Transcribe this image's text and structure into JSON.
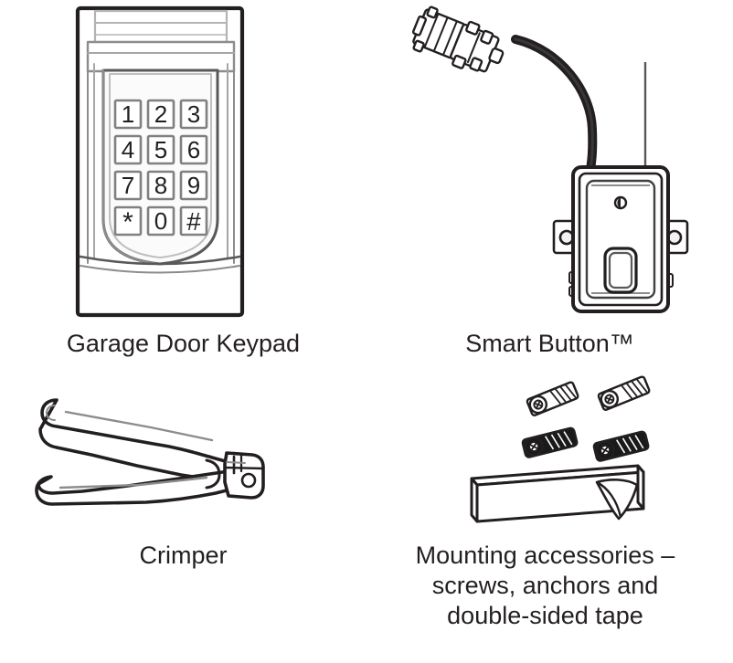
{
  "document": {
    "type": "parts-illustration-sheet",
    "description": "Line drawing parts list with four labeled items"
  },
  "items": [
    {
      "id": "garage-door-keypad",
      "caption": "Garage Door Keypad",
      "icon": "keypad-icon",
      "keypad": {
        "keys": [
          "1",
          "2",
          "3",
          "4",
          "5",
          "6",
          "7",
          "8",
          "9",
          "*",
          "0",
          "#"
        ],
        "rows": 4,
        "columns": 3
      }
    },
    {
      "id": "smart-button",
      "caption": "Smart Button™",
      "icon": "smart-button-icon",
      "parts": {
        "connector_label": "connector-clips",
        "cable_label": "cable",
        "indicator_label": "led-indicator",
        "button_label": "push-button",
        "tabs_label": "mounting-tabs"
      }
    },
    {
      "id": "crimper",
      "caption": "Crimper",
      "icon": "crimper-icon"
    },
    {
      "id": "mounting-accessories",
      "caption": "Mounting accessories –\nscrews, anchors and\ndouble-sided tape",
      "icon": "mounting-accessories-icon",
      "contents": {
        "screws_count": 2,
        "anchors_count": 2,
        "tape_label": "double-sided tape"
      }
    }
  ],
  "colors": {
    "background": "#ffffff",
    "line": "#231f20",
    "text": "#231f20",
    "shade_light": "#f2f2f2",
    "shade_mid": "#d9d9d9",
    "shade_dark": "#808080",
    "anchor_fill": "#1a1a1a",
    "leader_line": "#595959"
  }
}
